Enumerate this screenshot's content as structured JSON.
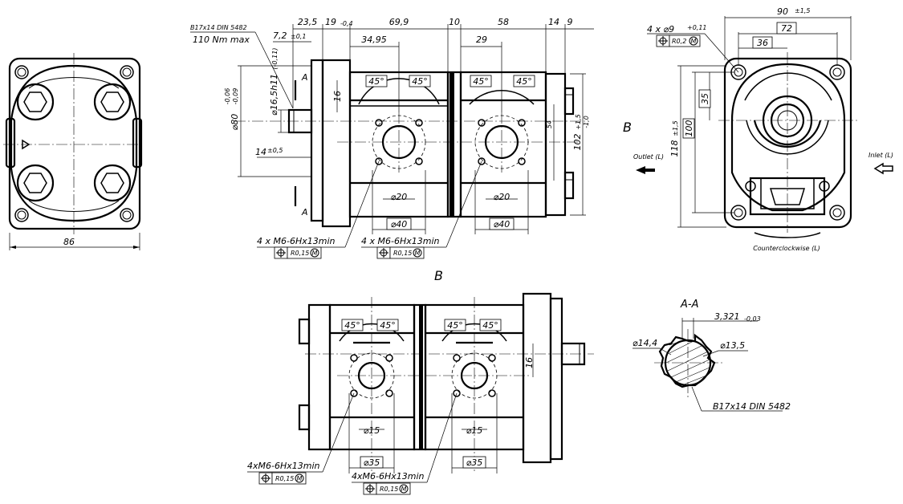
{
  "front_view": {
    "width_dim": "86"
  },
  "side_view": {
    "spline_label": "B17x14 DIN 5482",
    "torque_label": "110 Nm max",
    "dims_top": {
      "d_23_5": "23,5",
      "d_19": "19",
      "d_19_tol": "-0,4",
      "d_69_9": "69,9",
      "d_10": "10",
      "d_58": "58",
      "d_14": "14",
      "d_9": "9",
      "d_34_95": "34,95",
      "d_29": "29",
      "d_7_2": "7,2",
      "d_7_2_tol": "±0,1"
    },
    "dims_left": {
      "pilot_dia": "⌀80",
      "pilot_tol_up": "-0,06",
      "pilot_tol_lo": "-0,09",
      "shaft_dia": "⌀16,5h11",
      "shaft_tol": "(-0,11)",
      "d_14": "14",
      "d_14_tol": "±0,5",
      "d_16": "16"
    },
    "dims_right": {
      "height": "102",
      "height_tol_up": "+1,5",
      "height_tol_lo": "-1,0",
      "d_54": "54"
    },
    "section_mark": "A",
    "angle": "45°",
    "port1_dia": "⌀20",
    "port2_dia": "⌀20",
    "port1_bolt": "⌀40",
    "port2_bolt": "⌀40",
    "thread_label_1": "4  x  M6-6Hx13min",
    "thread_label_2": "4  x  M6-6Hx13min",
    "tol_value": "R0,15",
    "tol_mod": "M"
  },
  "end_view": {
    "d_90": "90",
    "d_90_tol": "±1,5",
    "d_72": "72",
    "d_36": "36",
    "d_35": "35",
    "d_100": "100",
    "d_118": "118",
    "d_118_tol": "±1,5",
    "hole_label": "4  x  ⌀9",
    "hole_tol": "+0,11",
    "hole_pos_tol": "R0,2",
    "hole_mod": "M",
    "view_b": "B",
    "outlet": "Outlet (L)",
    "inlet": "Inlet (L)",
    "rotation": "Counterclockwise (L)"
  },
  "bottom_view": {
    "title": "B",
    "angle": "45°",
    "port1_dia": "⌀15",
    "port2_dia": "⌀15",
    "port1_bolt": "⌀35",
    "port2_bolt": "⌀35",
    "d_16": "16",
    "thread_label_1": "4xM6-6Hx13min",
    "thread_label_2": "4xM6-6Hx13min",
    "tol_value": "R0,15",
    "tol_mod": "M"
  },
  "section_aa": {
    "title": "A-A",
    "d_3321": "3,321",
    "d_3321_tol": "-0,03",
    "d_144": "⌀14,4",
    "d_135": "⌀13,5",
    "spline": "B17x14  DIN  5482"
  }
}
